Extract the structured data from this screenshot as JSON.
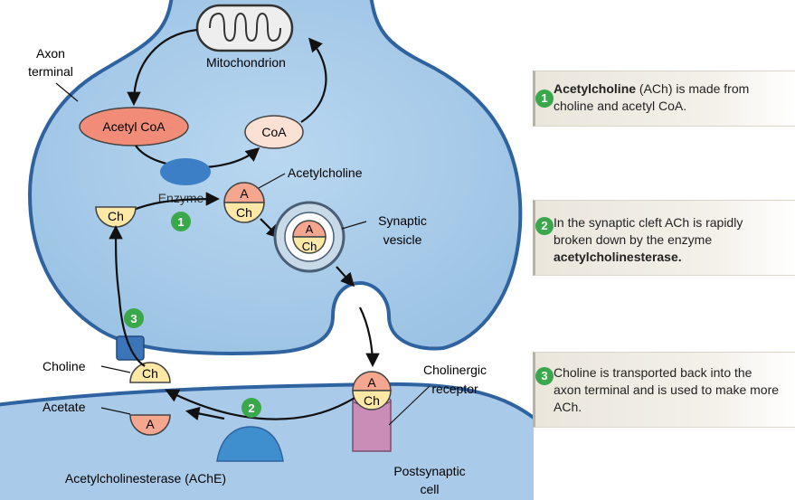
{
  "labels": {
    "axon_terminal": [
      "Axon",
      "terminal"
    ],
    "mitochondrion": "Mitochondrion",
    "acetyl_coa": "Acetyl CoA",
    "coa": "CoA",
    "enzyme": "Enzyme",
    "acetylcholine": "Acetylcholine",
    "synaptic_vesicle": [
      "Synaptic",
      "vesicle"
    ],
    "choline": "Choline",
    "acetate": "Acetate",
    "cholinergic_receptor": [
      "Cholinergic",
      "receptor"
    ],
    "ache": "Acetylcholinesterase (AChE)",
    "postsynaptic_cell": [
      "Postsynaptic",
      "cell"
    ],
    "mol_a": "A",
    "mol_ch": "Ch"
  },
  "steps": [
    {
      "num": "1",
      "bold": "Acetylcholine",
      "text_before": "",
      "text_after": " (ACh) is made from choline and acetyl CoA."
    },
    {
      "num": "2",
      "bold": "acetylcholinesterase.",
      "text_before": "In the synaptic cleft ACh is rapidly broken down by the enzyme ",
      "text_after": ""
    },
    {
      "num": "3",
      "bold": "",
      "text_before": "Choline is transported back into the axon terminal and is used to make more ACh.",
      "text_after": ""
    }
  ],
  "colors": {
    "cell_fill": "#a9cbe9",
    "cell_stroke": "#3c6fa8",
    "acetyl_coa_fill": "#f08c78",
    "coa_fill": "#fbe1d4",
    "a_fill": "#f4a68e",
    "ch_fill": "#fde8a6",
    "step_green": "#3aa84a",
    "receptor": "#c98db7",
    "ache": "#3f8fcf"
  }
}
